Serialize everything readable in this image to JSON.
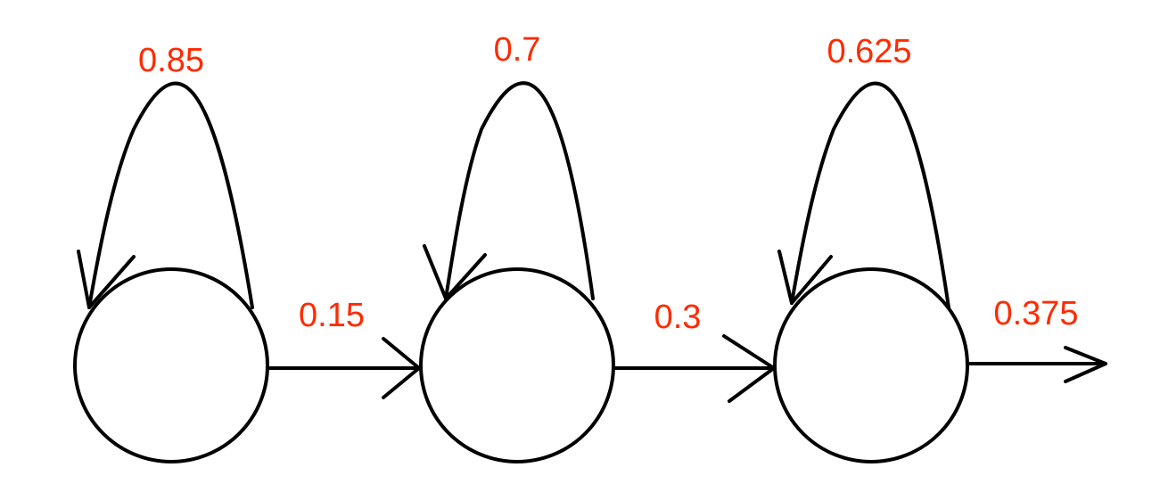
{
  "diagram": {
    "node_count": 3,
    "colors": {
      "stroke": "#000000",
      "label": "#ff2a00",
      "background": "#ffffff"
    },
    "self_loops": [
      {
        "node": 1,
        "probability": "0.85"
      },
      {
        "node": 2,
        "probability": "0.7"
      },
      {
        "node": 3,
        "probability": "0.625"
      }
    ],
    "transitions": [
      {
        "from": 1,
        "to": 2,
        "probability": "0.15"
      },
      {
        "from": 2,
        "to": 3,
        "probability": "0.3"
      },
      {
        "from": 3,
        "to": "exit",
        "probability": "0.375"
      }
    ]
  }
}
